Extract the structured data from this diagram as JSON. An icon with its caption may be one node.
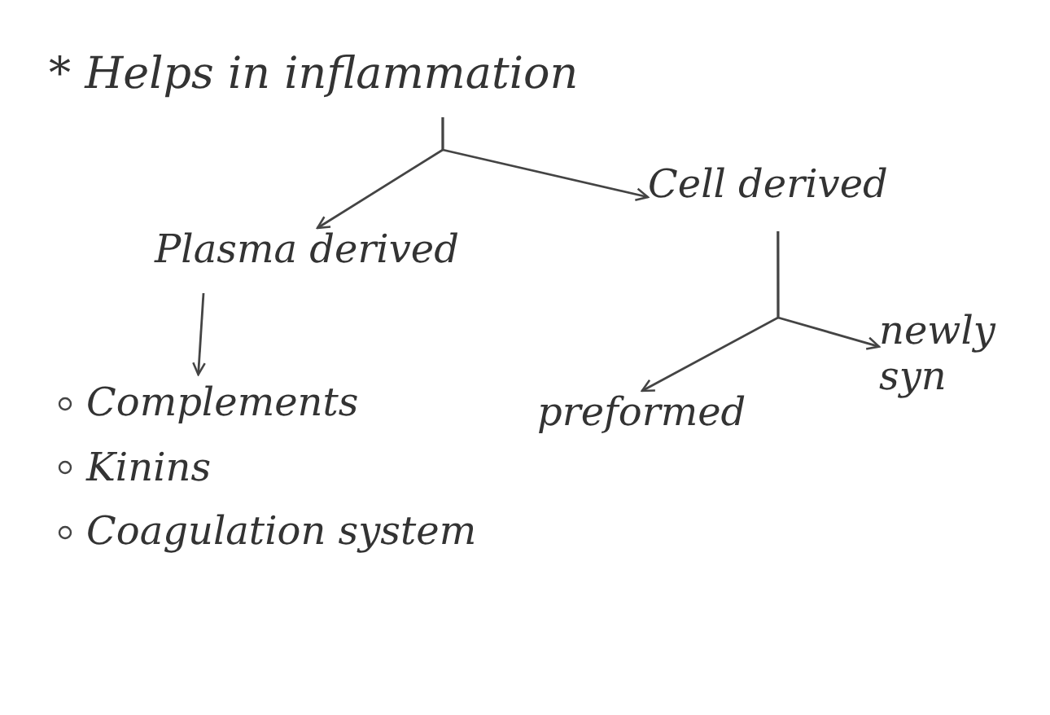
{
  "diagram": {
    "nodes": [
      {
        "text": [
          "* Helps in inflammation"
        ]
      },
      {
        "text": [
          "Plasma derived"
        ]
      },
      {
        "text": [
          "Cell derived"
        ]
      },
      {
        "text": [
          "Complements",
          "Kinins",
          "Coagulation system"
        ]
      },
      {
        "text": [
          "preformed"
        ]
      },
      {
        "text": [
          "newly syn"
        ]
      }
    ],
    "edges": [
      {
        "from": 0,
        "to": 1,
        "arrow": "to"
      },
      {
        "from": 0,
        "to": 2,
        "arrow": "to"
      },
      {
        "from": 1,
        "to": 3,
        "arrow": "to"
      },
      {
        "from": 2,
        "to": 4,
        "arrow": "to"
      },
      {
        "from": 2,
        "to": 5,
        "arrow": "to"
      }
    ]
  }
}
